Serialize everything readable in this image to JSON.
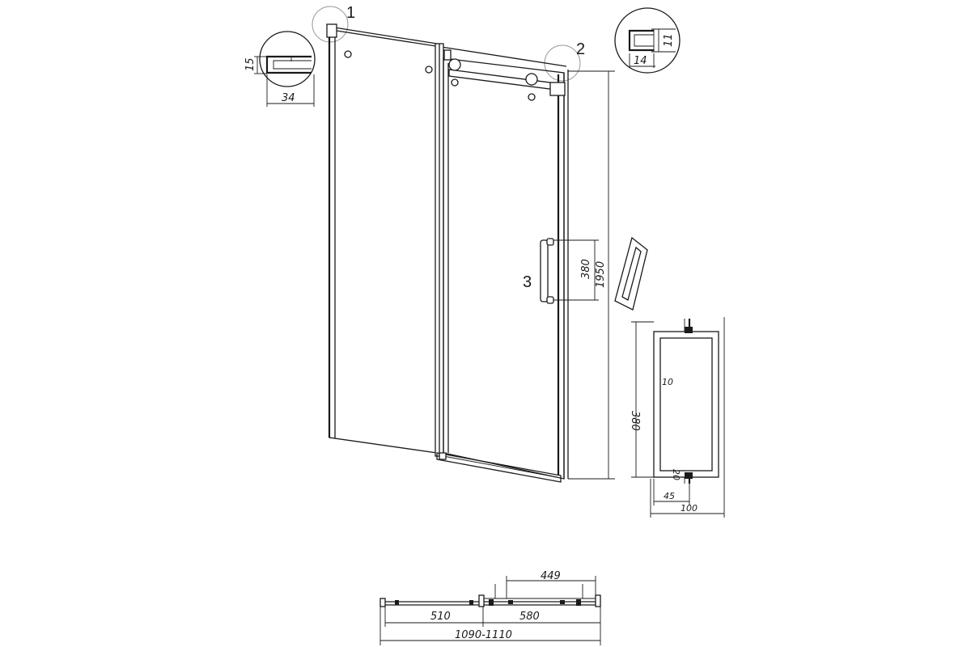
{
  "callouts": {
    "c1": "1",
    "c2": "2",
    "c3": "3"
  },
  "profile_1": {
    "height": "15",
    "width": "34"
  },
  "profile_2": {
    "height": "11",
    "width": "14"
  },
  "door": {
    "total_height": "1950",
    "handle_height": "380"
  },
  "handle_detail": {
    "length": "380",
    "bar_diameter": "10",
    "standoff": "20",
    "offset": "45",
    "depth": "100"
  },
  "plan": {
    "top_dim": "449",
    "left_dim": "510",
    "right_dim": "580",
    "total": "1090-1110"
  }
}
